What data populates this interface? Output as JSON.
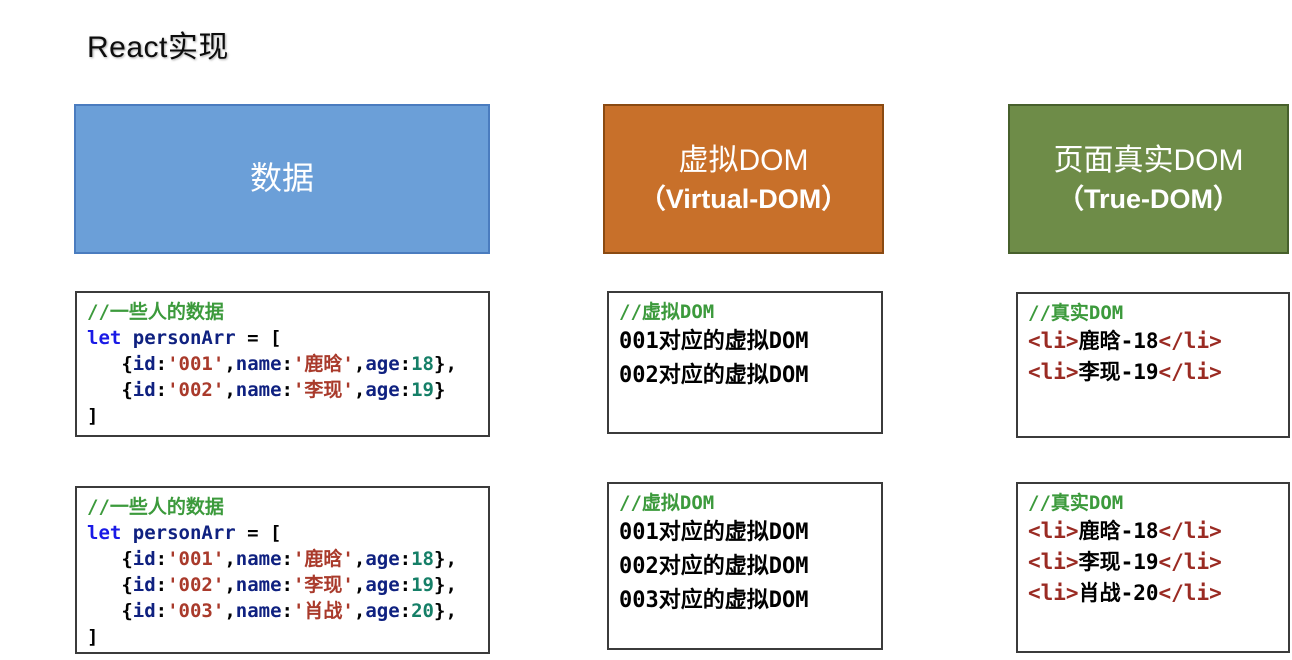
{
  "page": {
    "title": "React实现",
    "background": "#ffffff"
  },
  "colors": {
    "comment": "#3C9A3C",
    "keyword": "#1A1AE6",
    "ident": "#0F2180",
    "string": "#A93A2B",
    "number": "#157F67",
    "tag": "#9A2B23",
    "plain": "#000000",
    "code_border": "#3b3b3b"
  },
  "headers": [
    {
      "key": "data",
      "line1": "数据",
      "line2": "",
      "bg": "#6B9FD8",
      "border": "#4A7CBF"
    },
    {
      "key": "vdom",
      "line1": "虚拟DOM",
      "line2": "（Virtual-DOM）",
      "bg": "#C8702A",
      "border": "#8A4A12"
    },
    {
      "key": "tdom",
      "line1": "页面真实DOM",
      "line2": "（True-DOM）",
      "bg": "#6E8C48",
      "border": "#47602C"
    }
  ],
  "code_boxes": [
    {
      "name": "data-code-initial",
      "style": "data",
      "lines": [
        [
          {
            "t": "//一些人的数据",
            "c": "comment"
          }
        ],
        [
          {
            "t": "let",
            "c": "keyword"
          },
          {
            "t": " ",
            "c": "plain"
          },
          {
            "t": "personArr",
            "c": "ident"
          },
          {
            "t": " = [",
            "c": "plain"
          }
        ],
        [
          {
            "t": "   {",
            "c": "plain"
          },
          {
            "t": "id",
            "c": "ident"
          },
          {
            "t": ":",
            "c": "plain"
          },
          {
            "t": "'001'",
            "c": "string"
          },
          {
            "t": ",",
            "c": "plain"
          },
          {
            "t": "name",
            "c": "ident"
          },
          {
            "t": ":",
            "c": "plain"
          },
          {
            "t": "'鹿晗'",
            "c": "string"
          },
          {
            "t": ",",
            "c": "plain"
          },
          {
            "t": "age",
            "c": "ident"
          },
          {
            "t": ":",
            "c": "plain"
          },
          {
            "t": "18",
            "c": "number"
          },
          {
            "t": "},",
            "c": "plain"
          }
        ],
        [
          {
            "t": "   {",
            "c": "plain"
          },
          {
            "t": "id",
            "c": "ident"
          },
          {
            "t": ":",
            "c": "plain"
          },
          {
            "t": "'002'",
            "c": "string"
          },
          {
            "t": ",",
            "c": "plain"
          },
          {
            "t": "name",
            "c": "ident"
          },
          {
            "t": ":",
            "c": "plain"
          },
          {
            "t": "'李现'",
            "c": "string"
          },
          {
            "t": ",",
            "c": "plain"
          },
          {
            "t": "age",
            "c": "ident"
          },
          {
            "t": ":",
            "c": "plain"
          },
          {
            "t": "19",
            "c": "number"
          },
          {
            "t": "}",
            "c": "plain"
          }
        ],
        [
          {
            "t": "]",
            "c": "plain"
          }
        ]
      ]
    },
    {
      "name": "vdom-code-initial",
      "style": "vdom",
      "lines": [
        [
          {
            "t": "//虚拟DOM",
            "c": "comment"
          }
        ],
        [
          {
            "t": "001对应的虚拟DOM",
            "c": "plain"
          }
        ],
        [
          {
            "t": "002对应的虚拟DOM",
            "c": "plain"
          }
        ]
      ]
    },
    {
      "name": "tdom-code-initial",
      "style": "tdom",
      "lines": [
        [
          {
            "t": "//真实DOM",
            "c": "comment"
          }
        ],
        [
          {
            "t": "<li>",
            "c": "tag"
          },
          {
            "t": "鹿晗-18",
            "c": "plain"
          },
          {
            "t": "</li>",
            "c": "tag"
          }
        ],
        [
          {
            "t": "<li>",
            "c": "tag"
          },
          {
            "t": "李现-19",
            "c": "plain"
          },
          {
            "t": "</li>",
            "c": "tag"
          }
        ]
      ]
    },
    {
      "name": "data-code-updated",
      "style": "data",
      "lines": [
        [
          {
            "t": "//一些人的数据",
            "c": "comment"
          }
        ],
        [
          {
            "t": "let",
            "c": "keyword"
          },
          {
            "t": " ",
            "c": "plain"
          },
          {
            "t": "personArr",
            "c": "ident"
          },
          {
            "t": " = [",
            "c": "plain"
          }
        ],
        [
          {
            "t": "   {",
            "c": "plain"
          },
          {
            "t": "id",
            "c": "ident"
          },
          {
            "t": ":",
            "c": "plain"
          },
          {
            "t": "'001'",
            "c": "string"
          },
          {
            "t": ",",
            "c": "plain"
          },
          {
            "t": "name",
            "c": "ident"
          },
          {
            "t": ":",
            "c": "plain"
          },
          {
            "t": "'鹿晗'",
            "c": "string"
          },
          {
            "t": ",",
            "c": "plain"
          },
          {
            "t": "age",
            "c": "ident"
          },
          {
            "t": ":",
            "c": "plain"
          },
          {
            "t": "18",
            "c": "number"
          },
          {
            "t": "},",
            "c": "plain"
          }
        ],
        [
          {
            "t": "   {",
            "c": "plain"
          },
          {
            "t": "id",
            "c": "ident"
          },
          {
            "t": ":",
            "c": "plain"
          },
          {
            "t": "'002'",
            "c": "string"
          },
          {
            "t": ",",
            "c": "plain"
          },
          {
            "t": "name",
            "c": "ident"
          },
          {
            "t": ":",
            "c": "plain"
          },
          {
            "t": "'李现'",
            "c": "string"
          },
          {
            "t": ",",
            "c": "plain"
          },
          {
            "t": "age",
            "c": "ident"
          },
          {
            "t": ":",
            "c": "plain"
          },
          {
            "t": "19",
            "c": "number"
          },
          {
            "t": "},",
            "c": "plain"
          }
        ],
        [
          {
            "t": "   {",
            "c": "plain"
          },
          {
            "t": "id",
            "c": "ident"
          },
          {
            "t": ":",
            "c": "plain"
          },
          {
            "t": "'003'",
            "c": "string"
          },
          {
            "t": ",",
            "c": "plain"
          },
          {
            "t": "name",
            "c": "ident"
          },
          {
            "t": ":",
            "c": "plain"
          },
          {
            "t": "'肖战'",
            "c": "string"
          },
          {
            "t": ",",
            "c": "plain"
          },
          {
            "t": "age",
            "c": "ident"
          },
          {
            "t": ":",
            "c": "plain"
          },
          {
            "t": "20",
            "c": "number"
          },
          {
            "t": "},",
            "c": "plain"
          }
        ],
        [
          {
            "t": "]",
            "c": "plain"
          }
        ]
      ]
    },
    {
      "name": "vdom-code-updated",
      "style": "vdom",
      "lines": [
        [
          {
            "t": "//虚拟DOM",
            "c": "comment"
          }
        ],
        [
          {
            "t": "001对应的虚拟DOM",
            "c": "plain"
          }
        ],
        [
          {
            "t": "002对应的虚拟DOM",
            "c": "plain"
          }
        ],
        [
          {
            "t": "003对应的虚拟DOM",
            "c": "plain"
          }
        ]
      ]
    },
    {
      "name": "tdom-code-updated",
      "style": "tdom",
      "lines": [
        [
          {
            "t": "//真实DOM",
            "c": "comment"
          }
        ],
        [
          {
            "t": "<li>",
            "c": "tag"
          },
          {
            "t": "鹿晗-18",
            "c": "plain"
          },
          {
            "t": "</li>",
            "c": "tag"
          }
        ],
        [
          {
            "t": "<li>",
            "c": "tag"
          },
          {
            "t": "李现-19",
            "c": "plain"
          },
          {
            "t": "</li>",
            "c": "tag"
          }
        ],
        [
          {
            "t": "<li>",
            "c": "tag"
          },
          {
            "t": "肖战-20",
            "c": "plain"
          },
          {
            "t": "</li>",
            "c": "tag"
          }
        ]
      ]
    }
  ]
}
